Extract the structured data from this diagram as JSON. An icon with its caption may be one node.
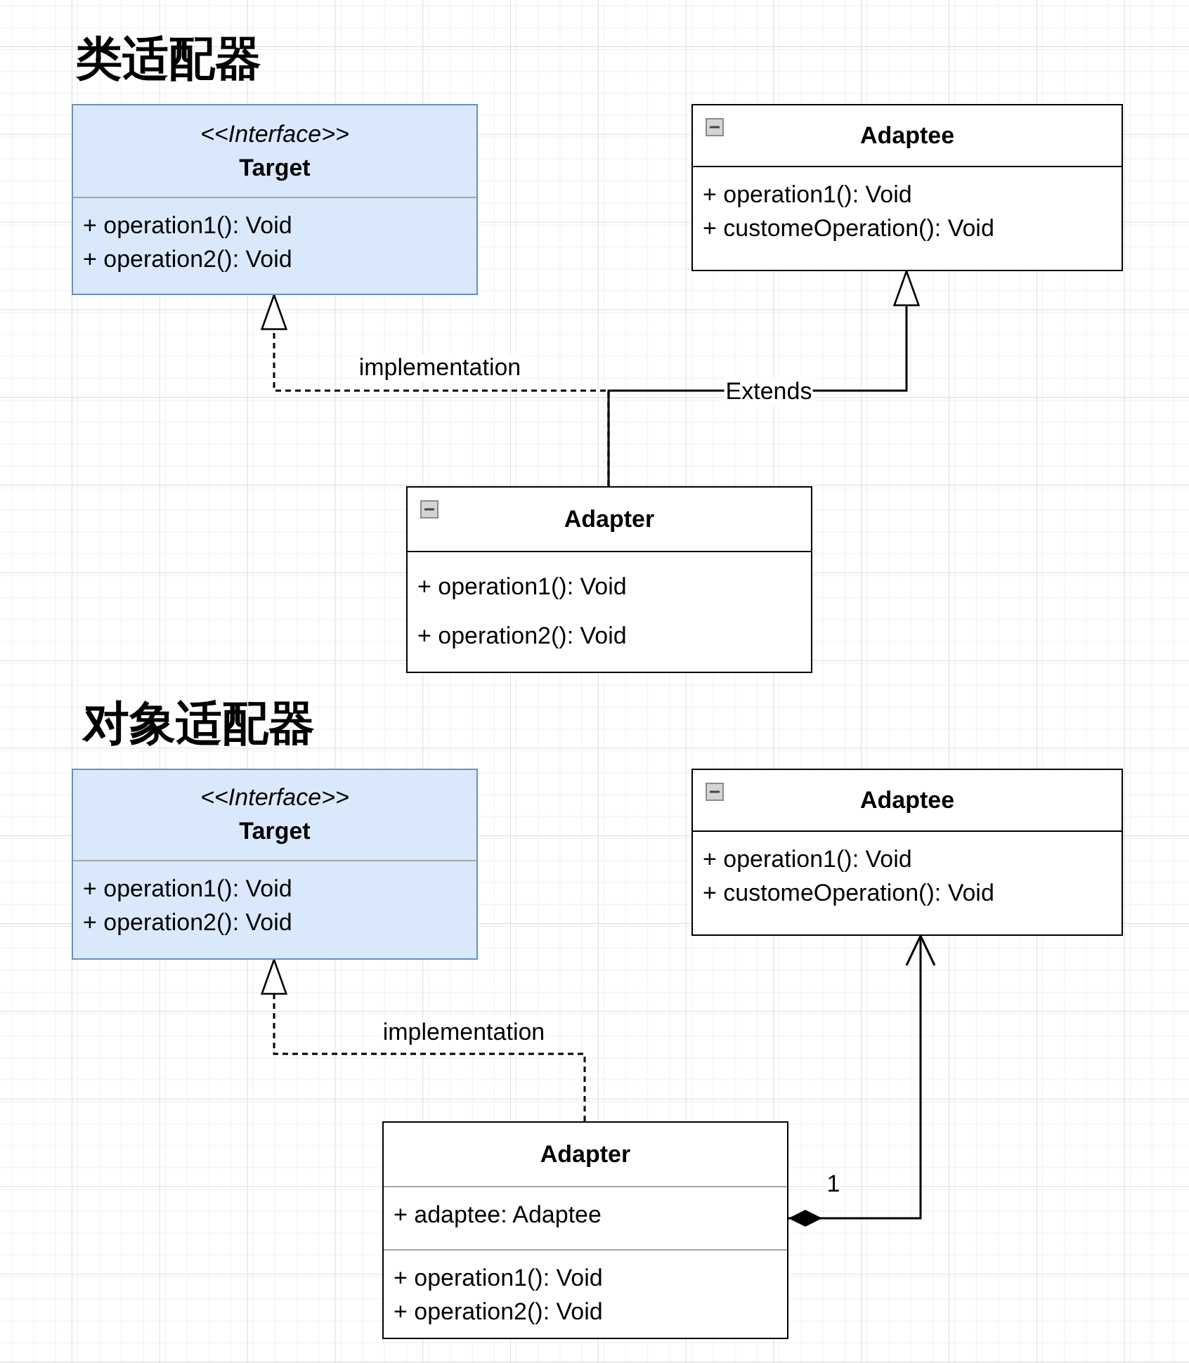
{
  "diagram": {
    "nodes": [
      {
        "text": [
          "<<Interface>>",
          "Target",
          "+ operation1(): Void",
          "+ operation2(): Void"
        ]
      },
      {
        "text": [
          "Adaptee",
          "+ operation1(): Void",
          "+ customeOperation(): Void"
        ]
      },
      {
        "text": [
          "Adapter",
          "+ operation1(): Void",
          "+ operation2(): Void"
        ]
      },
      {
        "text": [
          "<<Interface>>",
          "Target",
          "+ operation1(): Void",
          "+ operation2(): Void"
        ]
      },
      {
        "text": [
          "Adaptee",
          "+ operation1(): Void",
          "+ customeOperation(): Void"
        ]
      },
      {
        "text": [
          "Adapter",
          "+ adaptee: Adaptee",
          "+ operation1(): Void",
          "+ operation2(): Void"
        ]
      }
    ],
    "edges": [
      {
        "from": 2,
        "to": 0,
        "arrow": "to",
        "label": "implementation",
        "style": "dashed"
      },
      {
        "from": 2,
        "to": 1,
        "arrow": "to",
        "label": "Extends"
      },
      {
        "from": 5,
        "to": 3,
        "arrow": "to",
        "label": "implementation",
        "style": "dashed"
      },
      {
        "from": 5,
        "to": 4,
        "arrow": "to",
        "label": "1"
      }
    ],
    "labels": [
      "类适配器",
      "对象适配器"
    ]
  }
}
